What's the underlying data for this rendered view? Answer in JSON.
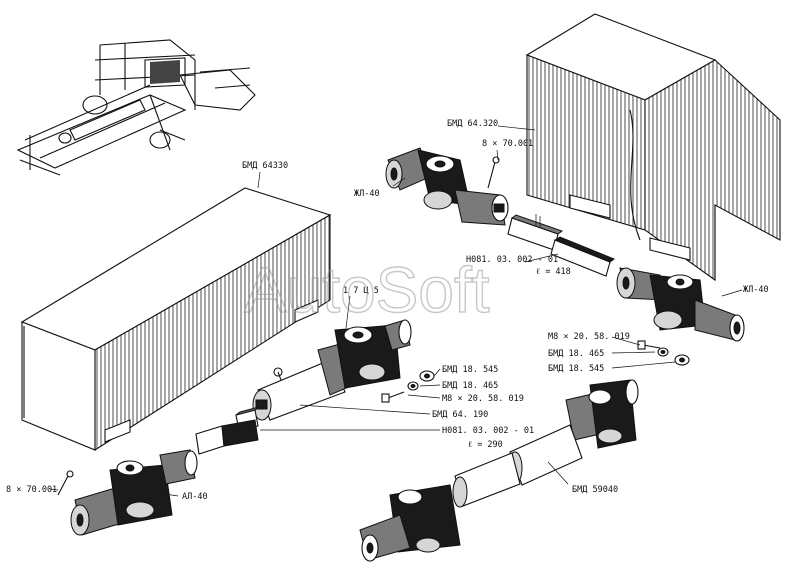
{
  "watermark": "AutoSoft",
  "labels": {
    "cover_upper": "БМД 64.320",
    "cover_lower": "БМД 64330",
    "pin_upper": "8 × 70.001",
    "pin_lower": "8 × 70.001",
    "joint_upper_left": "ЖЛ-40",
    "joint_upper_right": "ЖЛ-40",
    "joint_lower_left": "АЛ-40",
    "shaft_upper_code": "Н081. 03. 002 - 01",
    "shaft_upper_len": "ℓ = 418",
    "small_code": "1 7 Ц 5",
    "bolt_right": "М8 × 20. 58. 019",
    "washer_right_1": "БМД 18. 465",
    "washer_right_2": "БМД 18. 545",
    "washer_left_1": "БМД 18. 545",
    "washer_left_2": "БМД 18. 465",
    "bolt_left": "М8 × 20. 58. 019",
    "tube_code": "БМД 64. 190",
    "shaft_lower_code": "Н081. 03. 002 - 01",
    "shaft_lower_len": "ℓ = 290",
    "shaft_long": "БМД 59040"
  }
}
